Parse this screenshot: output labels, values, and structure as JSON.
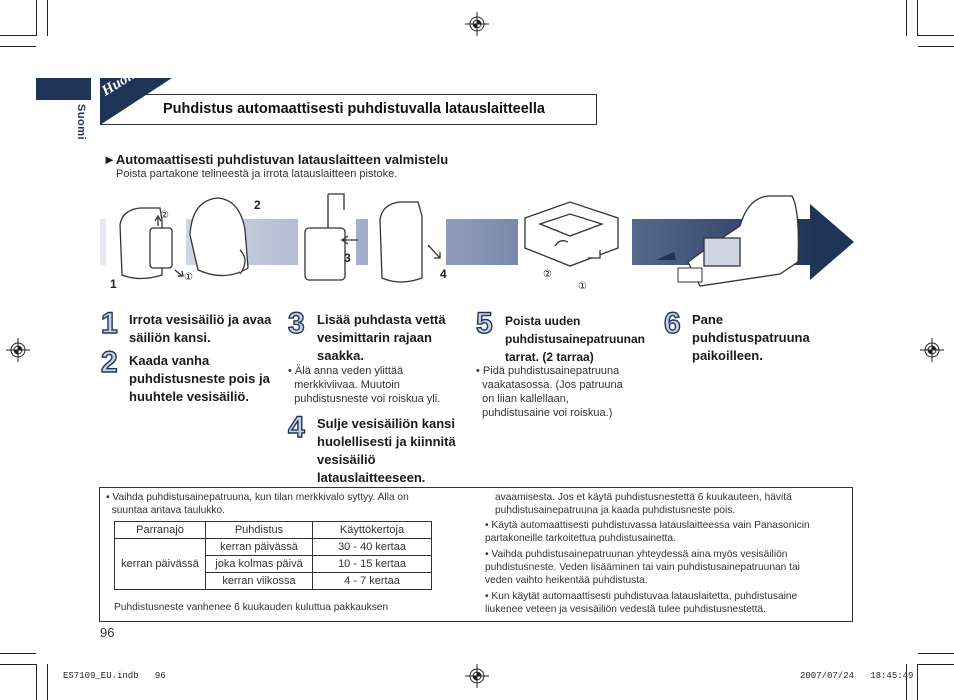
{
  "header": {
    "side_label": "Suomi",
    "section_tab": "Huolto",
    "title": "Puhdistus automaattisesti puhdistuvalla latauslaitteella"
  },
  "intro": {
    "heading": "►Automaattisesti puhdistuvan latauslaitteen valmistelu",
    "text": "Poista partakone telineestä ja irrota latauslaitteen pistoke."
  },
  "figure_labels": {
    "l1": "1",
    "l2": "2",
    "l3": "3",
    "l4": "4",
    "c1a": "①",
    "c2a": "②",
    "c1b": "①",
    "c2b": "②"
  },
  "steps": [
    {
      "num": "1",
      "text": "Irrota vesisäiliö ja avaa säiliön kansi."
    },
    {
      "num": "2",
      "text": "Kaada vanha puhdistusneste pois ja huuhtele vesisäiliö."
    },
    {
      "num": "3",
      "text": "Lisää puhdasta vettä vesimittarin rajaan saakka."
    },
    {
      "num": "4",
      "text": "Sulje vesisäiliön kansi huolellisesti ja kiinnitä vesisäiliö latauslaitteeseen."
    },
    {
      "num": "5",
      "text": "Poista uuden puhdistusainepatruunan tarrat. (2 tarraa)"
    },
    {
      "num": "6",
      "text": "Pane puhdistuspatruuna paikoilleen."
    }
  ],
  "notes": {
    "step3": "• Älä anna veden ylittää\n  merkkiviivaa. Muutoin\n  puhdistusneste voi roiskua yli.",
    "step5": "• Pidä puhdistusainepatruuna\n  vaakatasossa. (Jos patruuna\n  on liian kallellaan,\n  puhdistusaine voi roiskua.)"
  },
  "bottom": {
    "left_note": "• Vaihda puhdistusainepatruuna, kun tilan merkkivalo syttyy. Alla on\n  suuntaa antava taulukko.",
    "table": {
      "headers": [
        "Parranajo",
        "Puhdistus",
        "Käyttökertoja"
      ],
      "row_label": "kerran päivässä",
      "rows": [
        [
          "kerran päivässä",
          "30 - 40 kertaa"
        ],
        [
          "joka kolmas päivä",
          "10 - 15 kertaa"
        ],
        [
          "kerran viikossa",
          "4 - 7 kertaa"
        ]
      ]
    },
    "left_footer": "Puhdistusneste vanhenee 6 kuukauden kuluttua pakkauksen",
    "right_cont": "avaamisesta. Jos et käytä puhdistusnestettä 6 kuukauteen, hävitä\npuhdistusainepatruuna ja kaada puhdistusneste pois.",
    "right_bullets": [
      "Käytä automaattisesti puhdistuvassa latauslaitteessa vain Panasonicin\npartakoneille tarkoitettua puhdistusainetta.",
      "Vaihda puhdistusainepatruunan yhteydessä aina myös vesisäiliön\npuhdistusneste. Veden lisääminen tai vain puhdistusainepatruunan tai\nveden vaihto heikentää puhdistusta.",
      "Kun käytät automaattisesti puhdistuvaa latauslaitetta, puhdistusaine\nliukenee veteen ja vesisäiliön vedestä tulee puhdistusnestettä."
    ]
  },
  "page_number": "96",
  "footer": {
    "left": "ES7109_EU.indb   96",
    "right": "2007/07/24   18:45:49"
  },
  "colors": {
    "navy": "#1f3558",
    "band_light": "#c9cfdf",
    "band_dark": "#3b4f7c"
  }
}
